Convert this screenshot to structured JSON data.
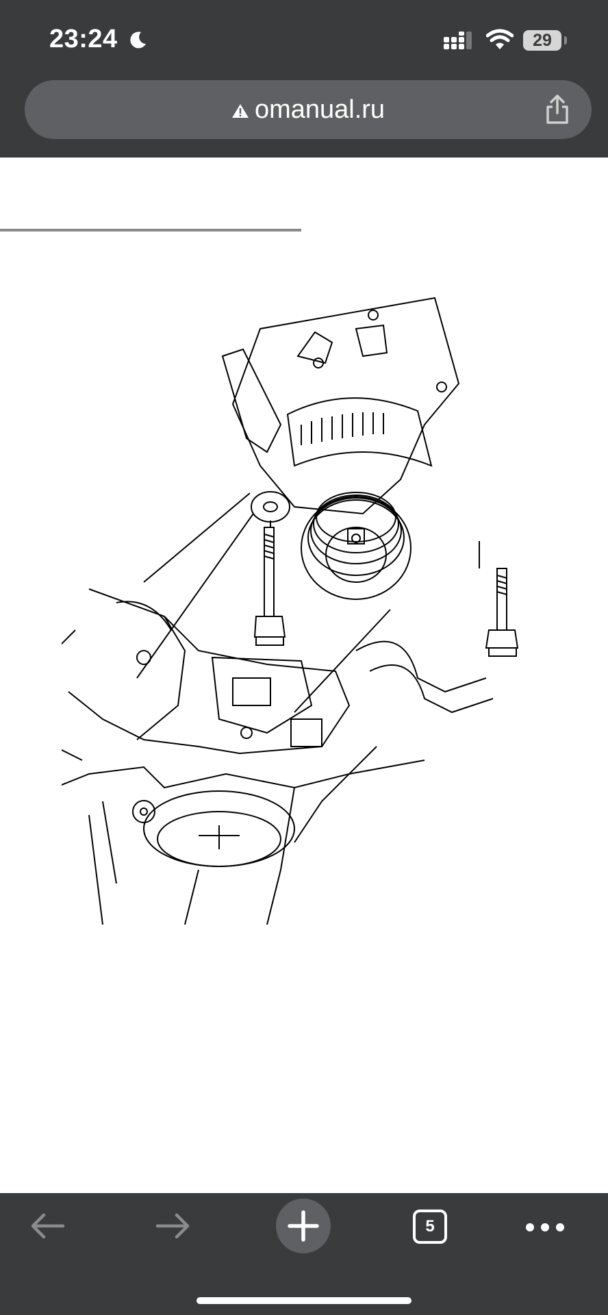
{
  "status_bar": {
    "time": "23:24",
    "battery": "29",
    "icons": [
      "moon-icon",
      "signal-icon",
      "wifi-icon",
      "battery-icon"
    ]
  },
  "address_bar": {
    "url": "omanual.ru",
    "icons": [
      "warning-icon",
      "share-icon"
    ]
  },
  "page": {
    "figure": "alternator-mounting-diagram"
  },
  "toolbar": {
    "tab_count": "5",
    "icons": [
      "back-arrow-icon",
      "forward-arrow-icon",
      "plus-icon",
      "tabs-icon",
      "more-icon"
    ]
  },
  "colors": {
    "chrome": "#3a3b3d",
    "url_pill": "#5f6063",
    "page_bg": "#ffffff"
  }
}
